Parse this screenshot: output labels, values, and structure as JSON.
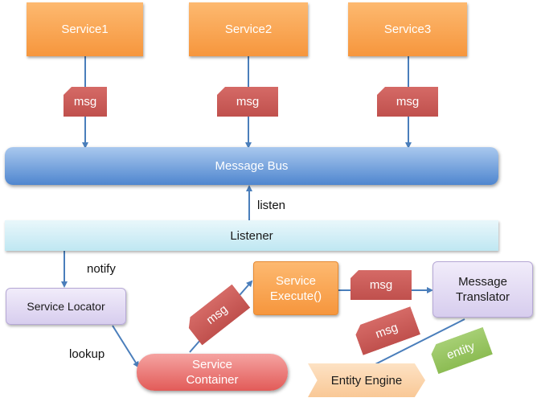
{
  "services": [
    {
      "label": "Service1"
    },
    {
      "label": "Service2"
    },
    {
      "label": "Service3"
    }
  ],
  "message_tag": "msg",
  "entity_tag": "entity",
  "message_bus": "Message Bus",
  "listener": "Listener",
  "edge_labels": {
    "listen": "listen",
    "notify": "notify",
    "lookup": "lookup"
  },
  "service_locator": "Service Locator",
  "service_execute": {
    "line1": "Service",
    "line2": "Execute()"
  },
  "message_translator": {
    "line1": "Message",
    "line2": "Translator"
  },
  "service_container": {
    "line1": "Service",
    "line2": "Container"
  },
  "entity_engine": "Entity Engine",
  "colors": {
    "service": "#f6963d",
    "msg": "#c0504d",
    "bus": "#4f86cf",
    "listener": "#bfe7f2",
    "locator": "#d7cdee",
    "container": "#e25b58",
    "entity_tag": "#8cbc53",
    "engine": "#f9c896",
    "arrow": "#4a7ebb"
  }
}
